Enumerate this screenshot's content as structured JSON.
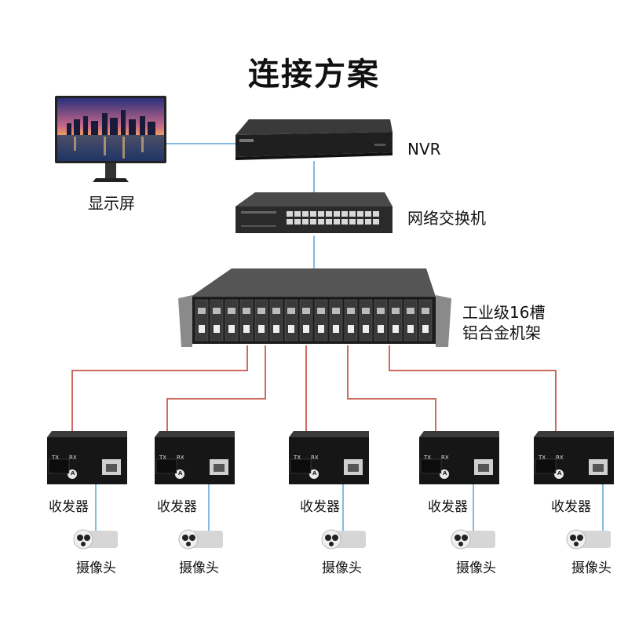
{
  "title": "连接方案",
  "labels": {
    "monitor": "显示屏",
    "nvr": "NVR",
    "switch": "网络交换机",
    "chassis_line1": "工业级16槽",
    "chassis_line2": "铝合金机架"
  },
  "transceivers": [
    {
      "label": "收发器",
      "port_tx": "TX",
      "port_rx": "RX",
      "badge": "A"
    },
    {
      "label": "收发器",
      "port_tx": "TX",
      "port_rx": "RX",
      "badge": "A"
    },
    {
      "label": "收发器",
      "port_tx": "TX",
      "port_rx": "RX",
      "badge": "A"
    },
    {
      "label": "收发器",
      "port_tx": "TX",
      "port_rx": "RX",
      "badge": "A"
    },
    {
      "label": "收发器",
      "port_tx": "TX",
      "port_rx": "RX",
      "badge": "A"
    }
  ],
  "cameras": [
    {
      "label": "摄像头"
    },
    {
      "label": "摄像头"
    },
    {
      "label": "摄像头"
    },
    {
      "label": "摄像头"
    },
    {
      "label": "摄像头"
    }
  ],
  "colors": {
    "ethernet_line": "#5aa6d6",
    "fiber_line": "#c0392b",
    "device_dark": "#1b1b1b"
  }
}
